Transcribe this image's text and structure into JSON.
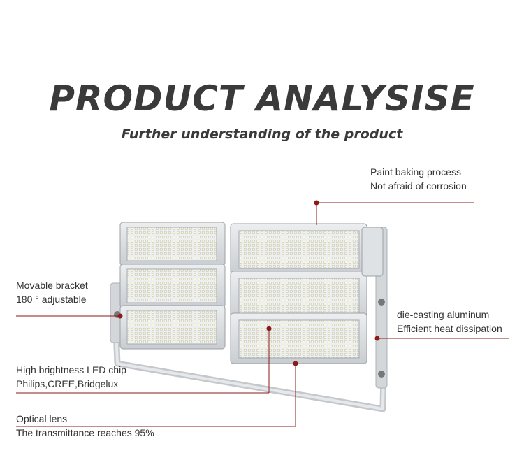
{
  "header": {
    "title": "PRODUCT ANALYSISE",
    "subtitle": "Further understanding of the product"
  },
  "callouts": {
    "paint": {
      "line1": "Paint baking process",
      "line2": "Not afraid of corrosion"
    },
    "bracket": {
      "line1": "Movable bracket",
      "line2": "180 ° adjustable"
    },
    "aluminum": {
      "line1": "die-casting aluminum",
      "line2": "Efficient heat dissipation"
    },
    "led": {
      "line1": "High brightness LED chip",
      "line2": "Philips,CREE,Bridgelux"
    },
    "lens": {
      "line1": "Optical lens",
      "line2": "The transmittance reaches 95%"
    }
  },
  "colors": {
    "leader_line": "#8b1a1a",
    "housing": "#d9dcdf",
    "led": "#f7f7ee"
  }
}
